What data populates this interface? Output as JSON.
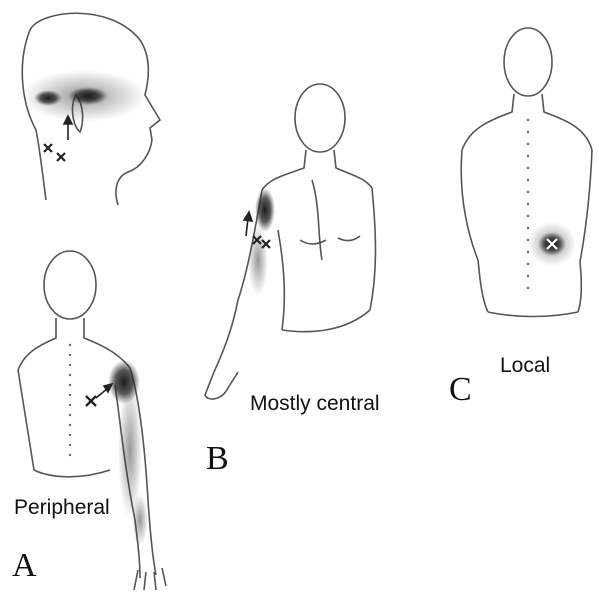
{
  "labels": {
    "a": {
      "letter": "A",
      "caption": "Peripheral"
    },
    "b": {
      "letter": "B",
      "caption": "Mostly central"
    },
    "c": {
      "letter": "C",
      "caption": "Local"
    }
  },
  "colors": {
    "outline": "#555555",
    "stipple": "#444444",
    "dense": "#1a1a1a",
    "marker": "#222222"
  }
}
